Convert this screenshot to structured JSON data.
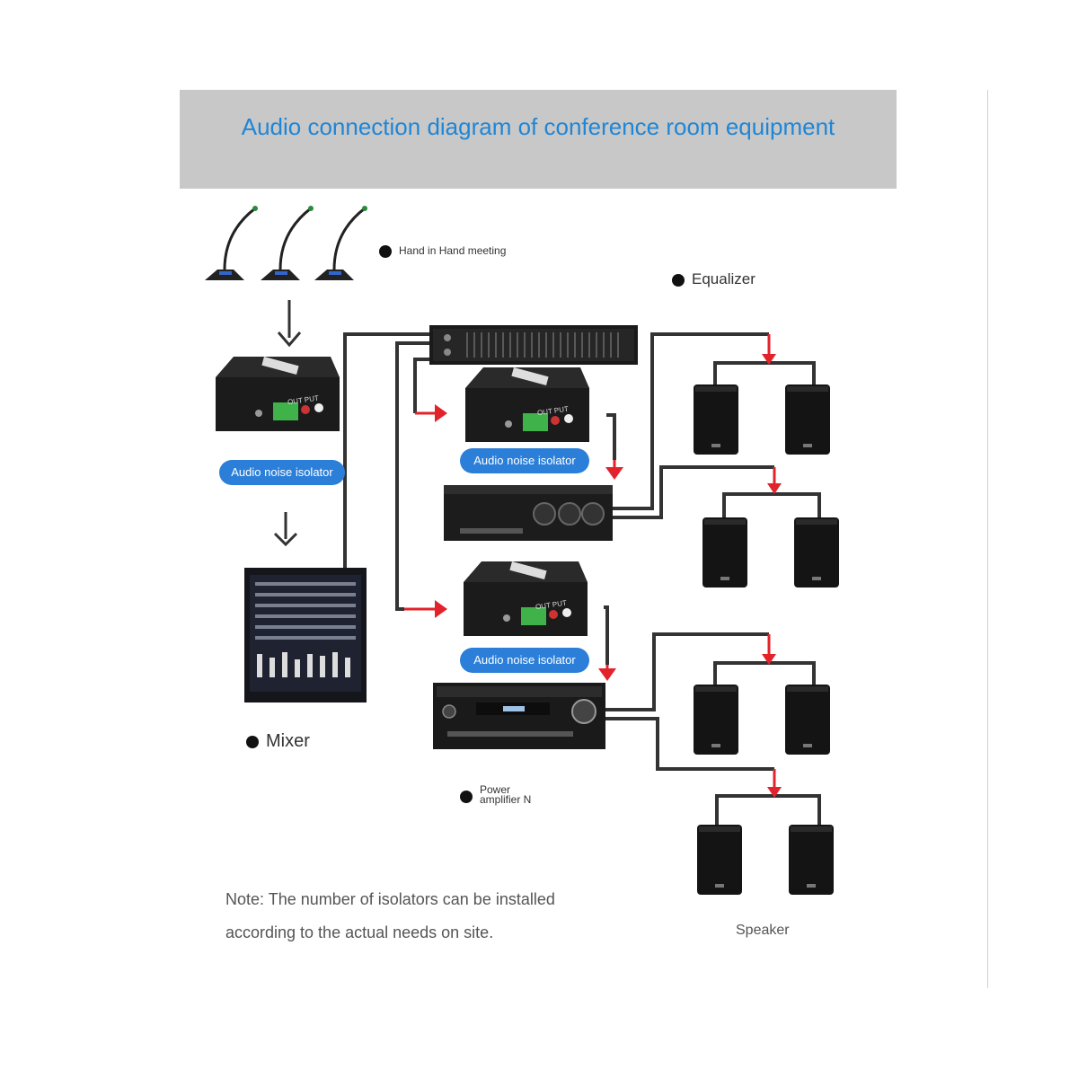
{
  "title": "Audio connection diagram of conference room equipment",
  "labels": {
    "meeting": "Hand in Hand meeting",
    "equalizer": "Equalizer",
    "mixer": "Mixer",
    "power_line1": "Power",
    "power_line2": "amplifier N",
    "speaker": "Speaker"
  },
  "isolator_label": "Audio noise isolator",
  "isolator_output": "OUT PUT",
  "note": {
    "line1": "Note: The number of isolators can be installed",
    "line2": "according to the actual needs on site."
  },
  "colors": {
    "title": "#1f86d6",
    "pill": "#2b7fd8",
    "arrow_red": "#e3232b",
    "title_band": "#c8c8c8",
    "cable": "#333333"
  }
}
